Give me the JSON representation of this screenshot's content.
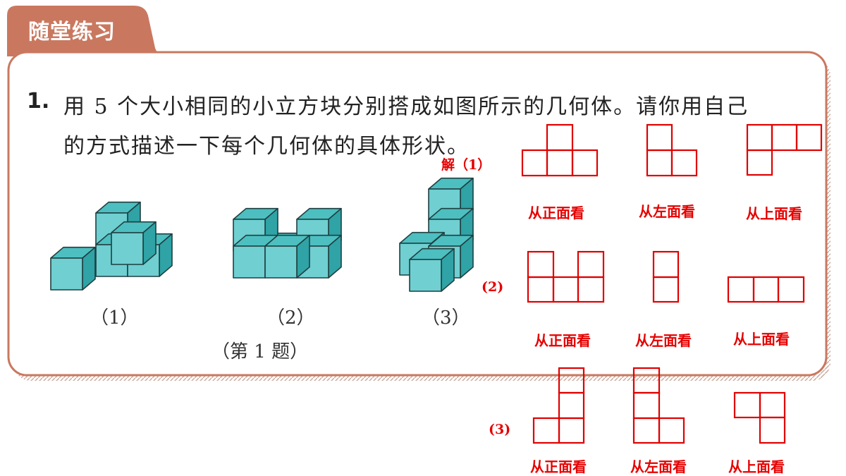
{
  "header": {
    "title": "随堂练习"
  },
  "question": {
    "number": "1",
    "dot": ".",
    "line1": "用 5 个大小相同的小立方块分别搭成如图所示的几何体。请你用自己",
    "line2": "的方式描述一下每个几何体的具体形状。"
  },
  "figures": [
    {
      "label": "（1）"
    },
    {
      "label": "（2）"
    },
    {
      "label": "（3）"
    }
  ],
  "caption": "（第 1 题）",
  "answer": {
    "prefix": "解",
    "parts": [
      {
        "label": "（1）",
        "views": [
          "从正面看",
          "从左面看",
          "从上面看"
        ]
      },
      {
        "label": "(2)",
        "views": [
          "从正面看",
          "从左面看",
          "从上面看"
        ]
      },
      {
        "label": "(3)",
        "views": [
          "从正面看",
          "从左面看",
          "从上面看"
        ]
      }
    ]
  },
  "colors": {
    "tab": "#c9785f",
    "panel_border": "#c9785f",
    "answer": "#e60000",
    "cube_front": "#6fcfd1",
    "cube_top": "#4dbfc0",
    "cube_side": "#2fa3a6"
  }
}
